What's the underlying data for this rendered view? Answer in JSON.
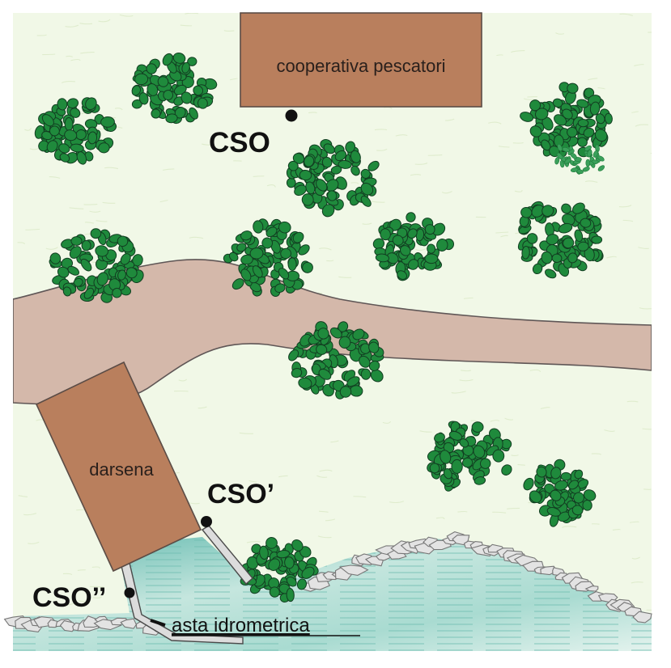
{
  "labels": {
    "building_top": "cooperativa pescatori",
    "building_left": "darsena",
    "cso": "CSO",
    "cso_prime": "CSO’",
    "cso_double": "CSO’’",
    "gauge": "asta idrometrica"
  },
  "colors": {
    "background": "#f1f8e7",
    "ground_speckle": "#dfeccd",
    "path": "#d4b8aa",
    "path_edge": "#5f5656",
    "building": "#b97f5d",
    "building_edge": "#5b4c46",
    "water_light": "#d4ede6",
    "water_dark": "#7cc2b7",
    "shrub_fill": "#1f8a3c",
    "shrub_edge": "#123d21",
    "rock_fill": "#e3e3e3",
    "rock_edge": "#777777",
    "marker": "#111111"
  },
  "icons": [
    "shrub-icon",
    "rock-icon",
    "outfall-marker-icon"
  ]
}
